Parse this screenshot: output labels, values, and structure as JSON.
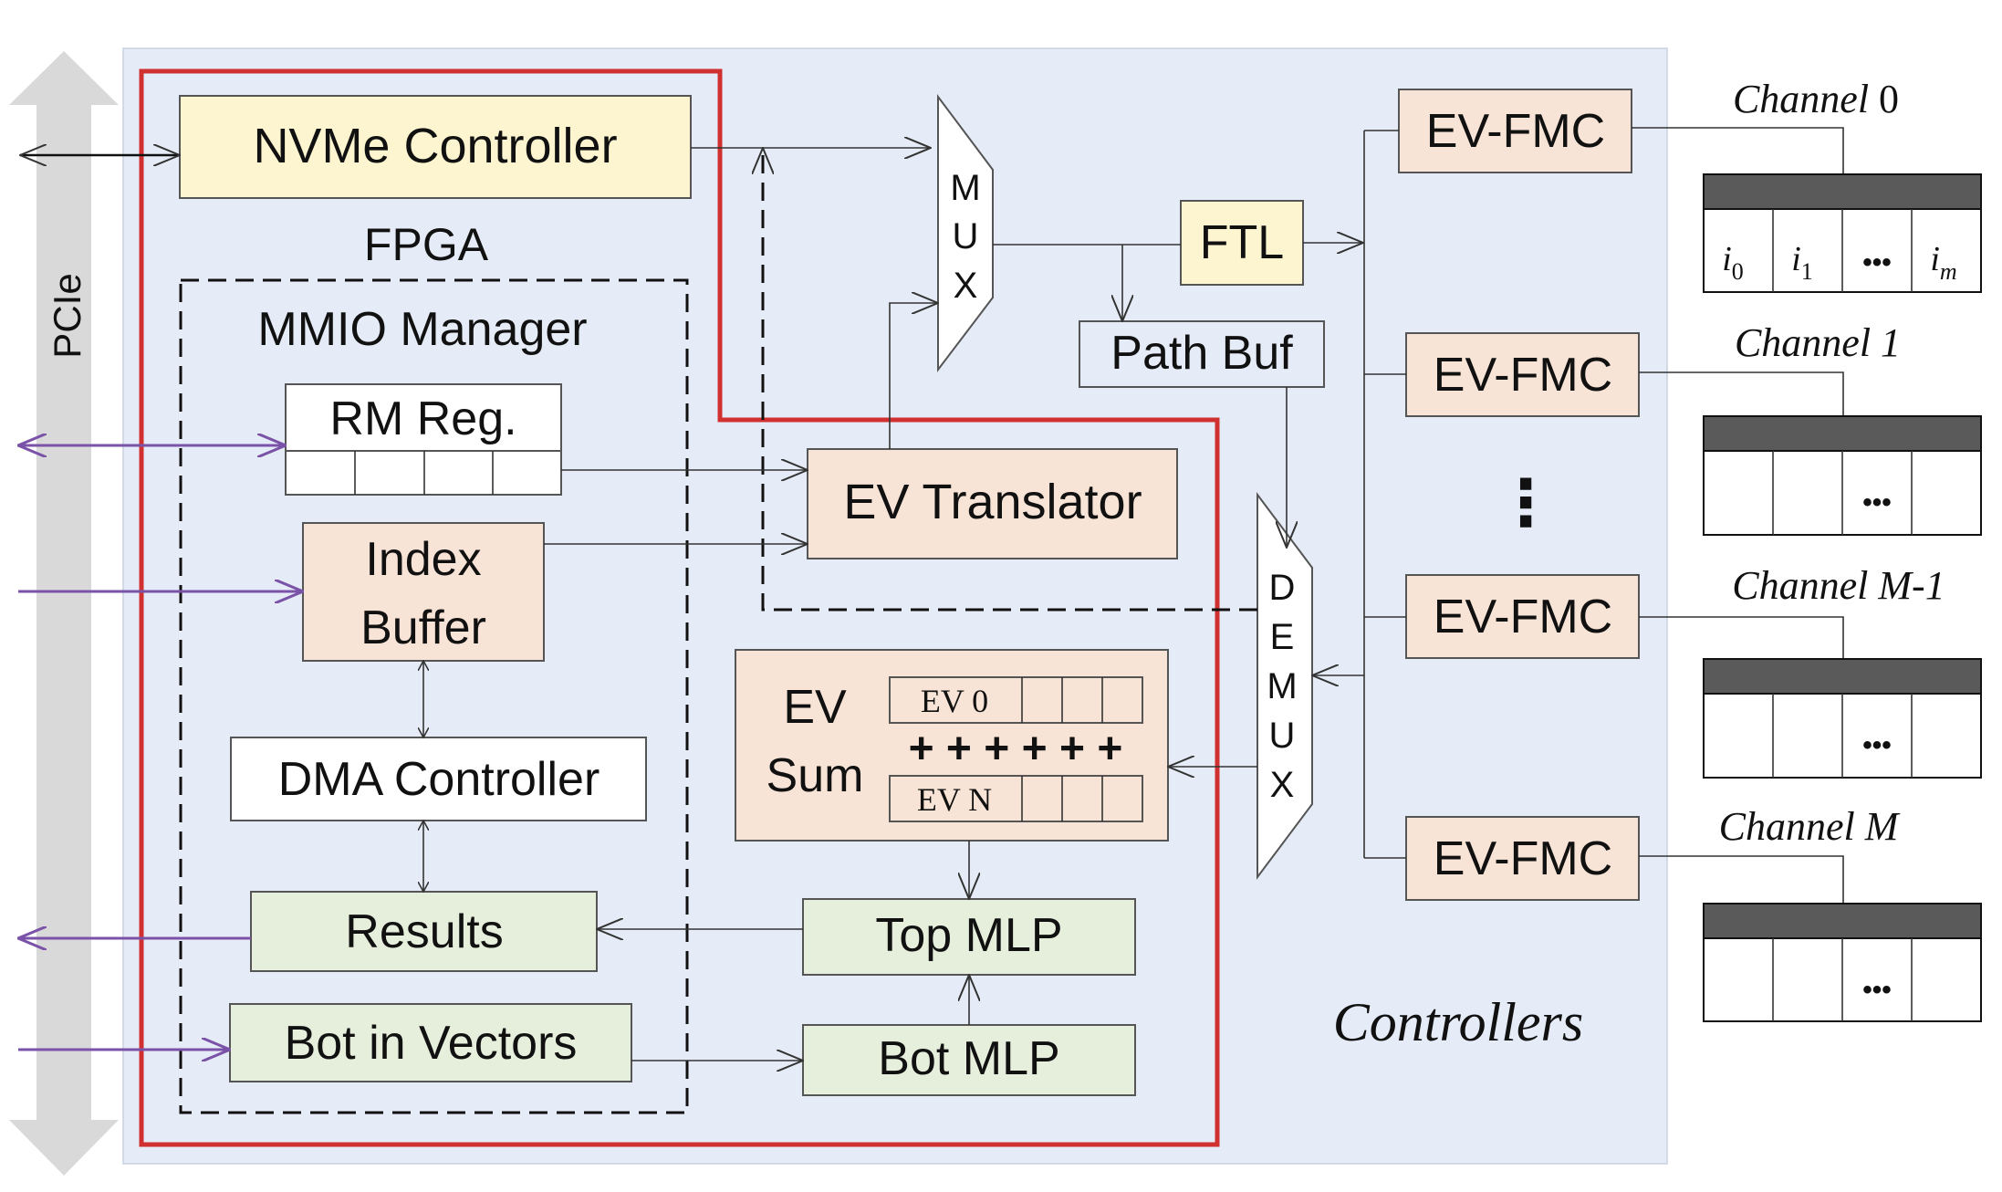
{
  "colors": {
    "panel_bg": "#e6ecf7",
    "fpga_border": "#d03030",
    "yellow_box": "#fdf5cf",
    "peach_box": "#f8e4d6",
    "green_box": "#e6efdc",
    "white_box": "#ffffff",
    "pcie_arrow": "#d9d9d9",
    "host_link": "#7a52a8",
    "channel_header": "#5a5a5a"
  },
  "pcie": {
    "label": "PCIe"
  },
  "fpga": {
    "label": "FPGA",
    "nvme": "NVMe Controller",
    "mmio": {
      "label": "MMIO Manager",
      "rm_reg": "RM Reg.",
      "index_buffer_line1": "Index",
      "index_buffer_line2": "Buffer",
      "dma": "DMA Controller",
      "results": "Results",
      "bot_in_vectors": "Bot in Vectors"
    },
    "ev_translator": "EV Translator",
    "ev_sum": {
      "line1": "EV",
      "line2": "Sum",
      "row_first": "EV 0",
      "row_last": "EV N",
      "plus_signs": "+ + + + + +"
    },
    "top_mlp": "Top MLP",
    "bot_mlp": "Bot MLP"
  },
  "mux": {
    "letters": [
      "M",
      "U",
      "X"
    ]
  },
  "demux": {
    "letters": [
      "D",
      "E",
      "M",
      "U",
      "X"
    ]
  },
  "ftl": "FTL",
  "path_buf": "Path Buf",
  "controllers_label": "Controllers",
  "ev_fmc": [
    "EV-FMC",
    "EV-FMC",
    "EV-FMC",
    "EV-FMC"
  ],
  "vertical_ellipsis": "⋮",
  "channels": [
    {
      "name": "Channel ",
      "index": "0",
      "cells": [
        "i",
        "i",
        "•••",
        "i"
      ],
      "subscripts": [
        "0",
        "1",
        "",
        "m"
      ]
    },
    {
      "name": "Channel ",
      "index": "1",
      "cells": [
        "",
        "",
        "•••",
        ""
      ],
      "subscripts": [
        "",
        "",
        "",
        ""
      ]
    },
    {
      "name": "Channel ",
      "index": "M-1",
      "cells": [
        "",
        "",
        "•••",
        ""
      ],
      "subscripts": [
        "",
        "",
        "",
        ""
      ]
    },
    {
      "name": "Channel ",
      "index": "M",
      "cells": [
        "",
        "",
        "•••",
        ""
      ],
      "subscripts": [
        "",
        "",
        "",
        ""
      ]
    }
  ]
}
